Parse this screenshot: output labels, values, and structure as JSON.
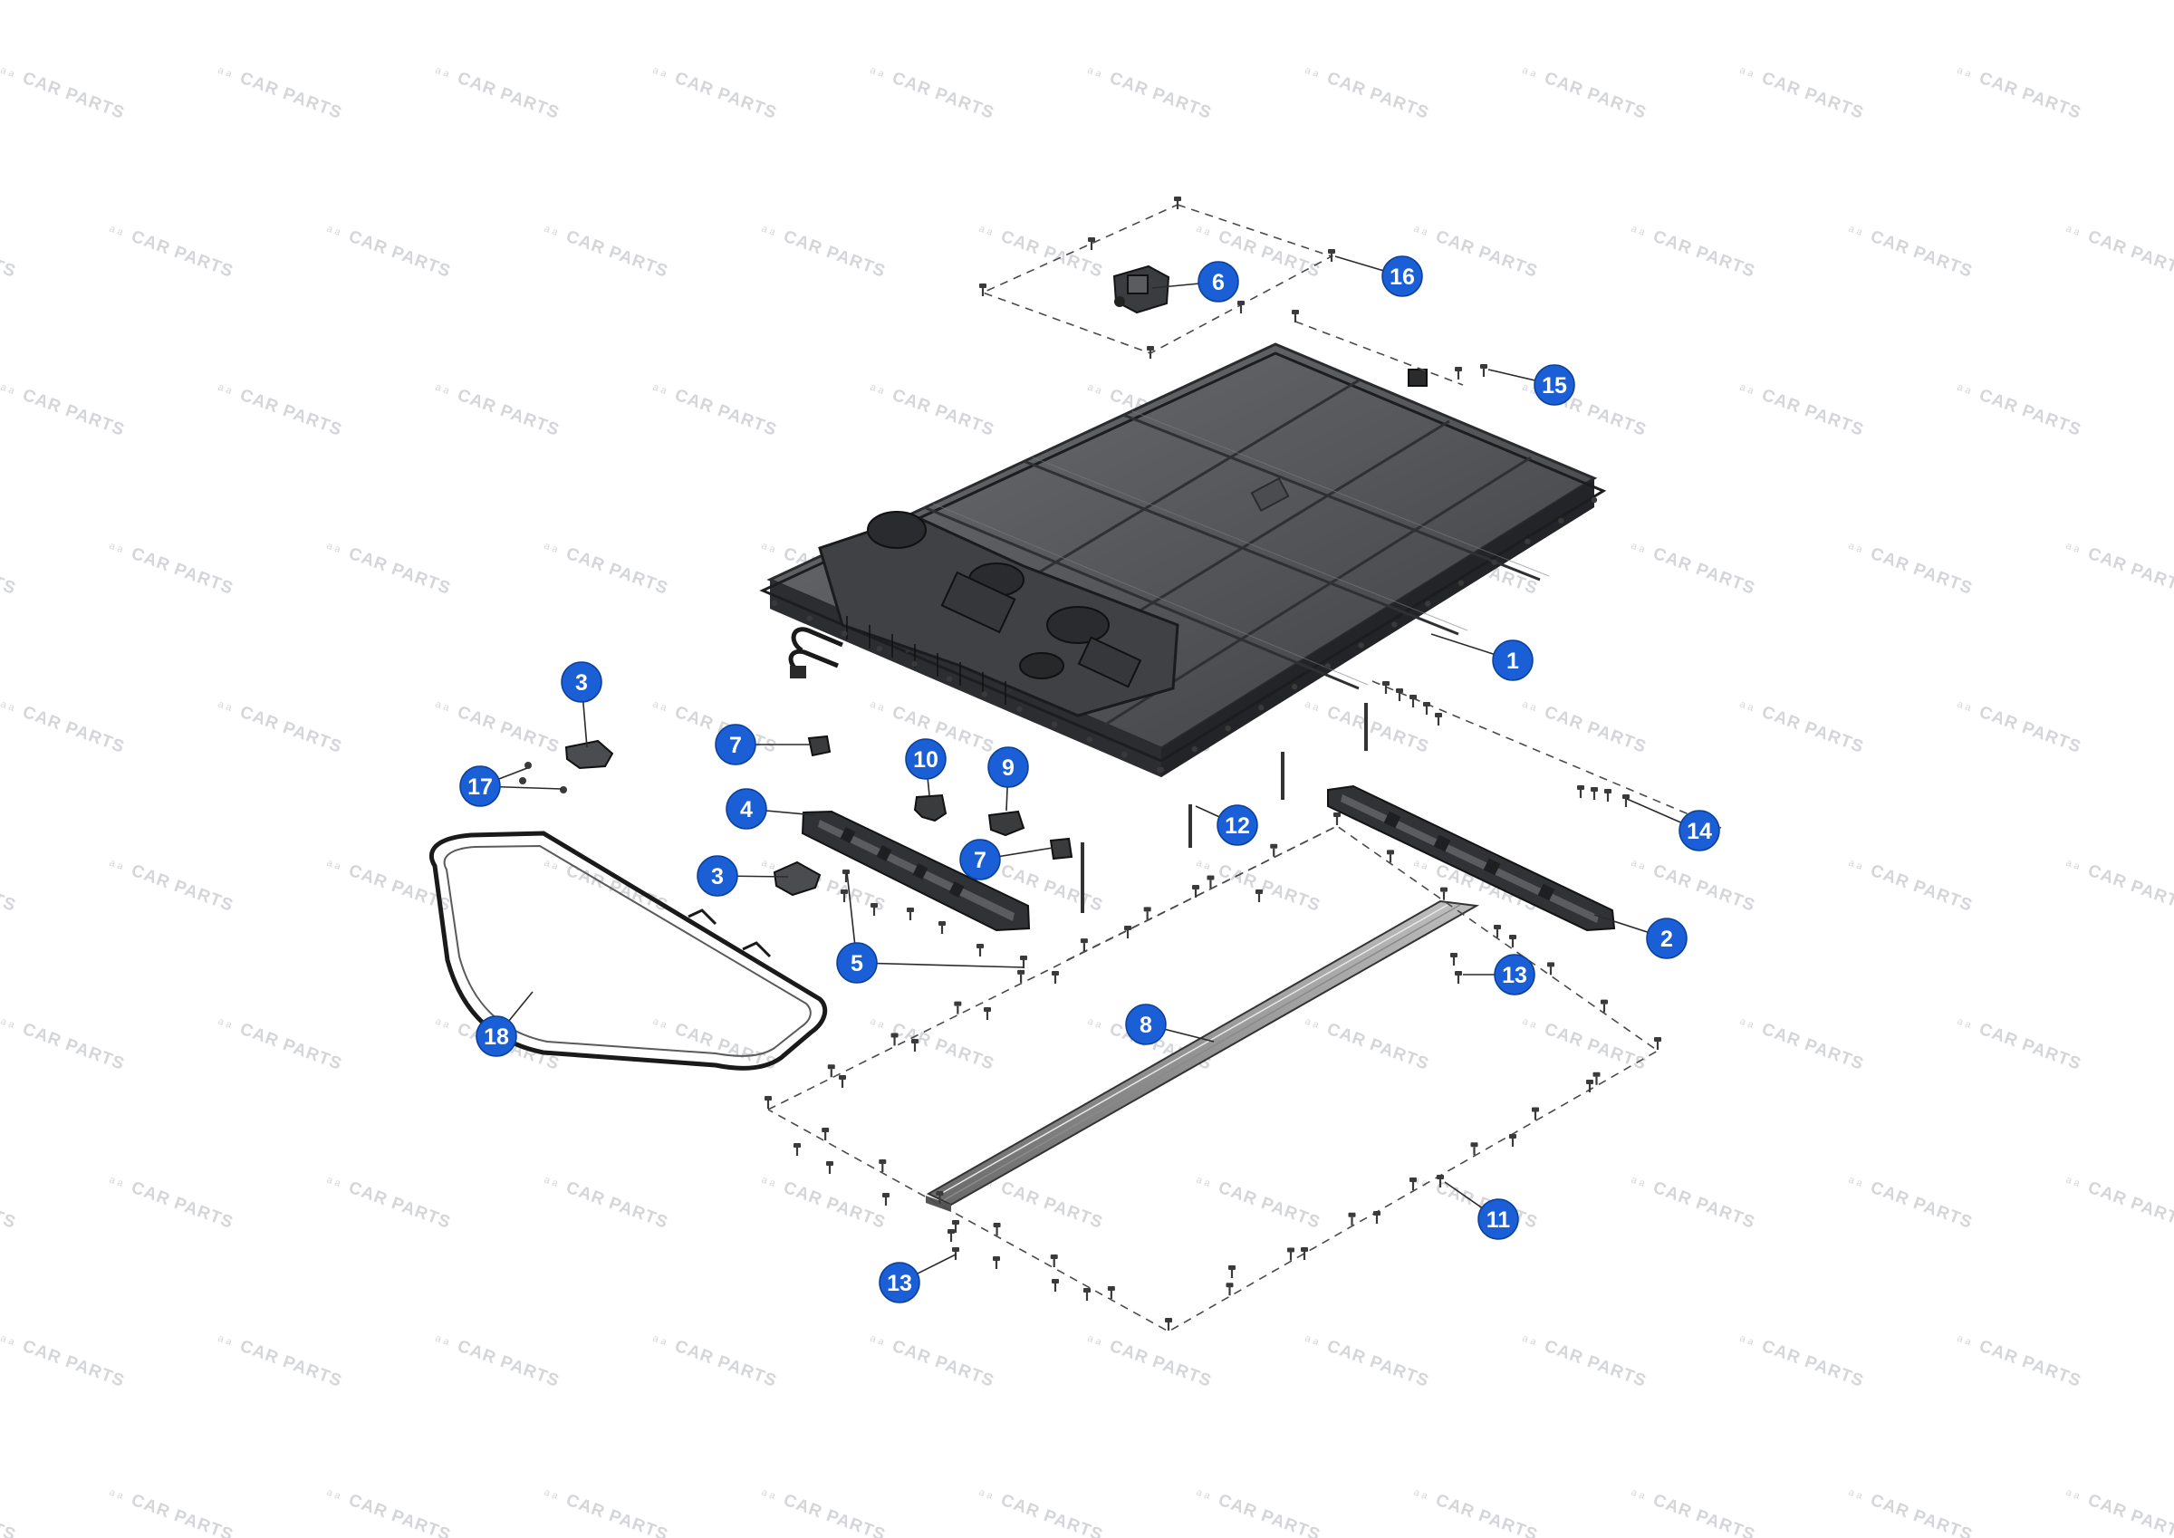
{
  "watermark": {
    "text": "CAR PARTS",
    "mark": "a a"
  },
  "callouts": [
    {
      "id": "c1",
      "label": "1",
      "name": "battery-pack"
    },
    {
      "id": "c2",
      "label": "2",
      "name": "right-side-rail"
    },
    {
      "id": "c3a",
      "label": "3",
      "name": "bracket-upper"
    },
    {
      "id": "c3b",
      "label": "3",
      "name": "bracket-lower"
    },
    {
      "id": "c4",
      "label": "4",
      "name": "left-side-rail"
    },
    {
      "id": "c5",
      "label": "5",
      "name": "rail-screws"
    },
    {
      "id": "c6",
      "label": "6",
      "name": "top-connector"
    },
    {
      "id": "c7a",
      "label": "7",
      "name": "grommet-upper"
    },
    {
      "id": "c7b",
      "label": "7",
      "name": "grommet-lower"
    },
    {
      "id": "c8",
      "label": "8",
      "name": "center-strip"
    },
    {
      "id": "c9",
      "label": "9",
      "name": "clip-right"
    },
    {
      "id": "c10",
      "label": "10",
      "name": "clip-left"
    },
    {
      "id": "c11",
      "label": "11",
      "name": "perimeter-screws"
    },
    {
      "id": "c12",
      "label": "12",
      "name": "long-studs"
    },
    {
      "id": "c13a",
      "label": "13",
      "name": "screw-right"
    },
    {
      "id": "c13b",
      "label": "13",
      "name": "screw-bottom"
    },
    {
      "id": "c14",
      "label": "14",
      "name": "rail-bolts"
    },
    {
      "id": "c15",
      "label": "15",
      "name": "corner-screws"
    },
    {
      "id": "c16",
      "label": "16",
      "name": "connector-screws"
    },
    {
      "id": "c17",
      "label": "17",
      "name": "bracket-screws"
    },
    {
      "id": "c18",
      "label": "18",
      "name": "pack-seal"
    }
  ]
}
